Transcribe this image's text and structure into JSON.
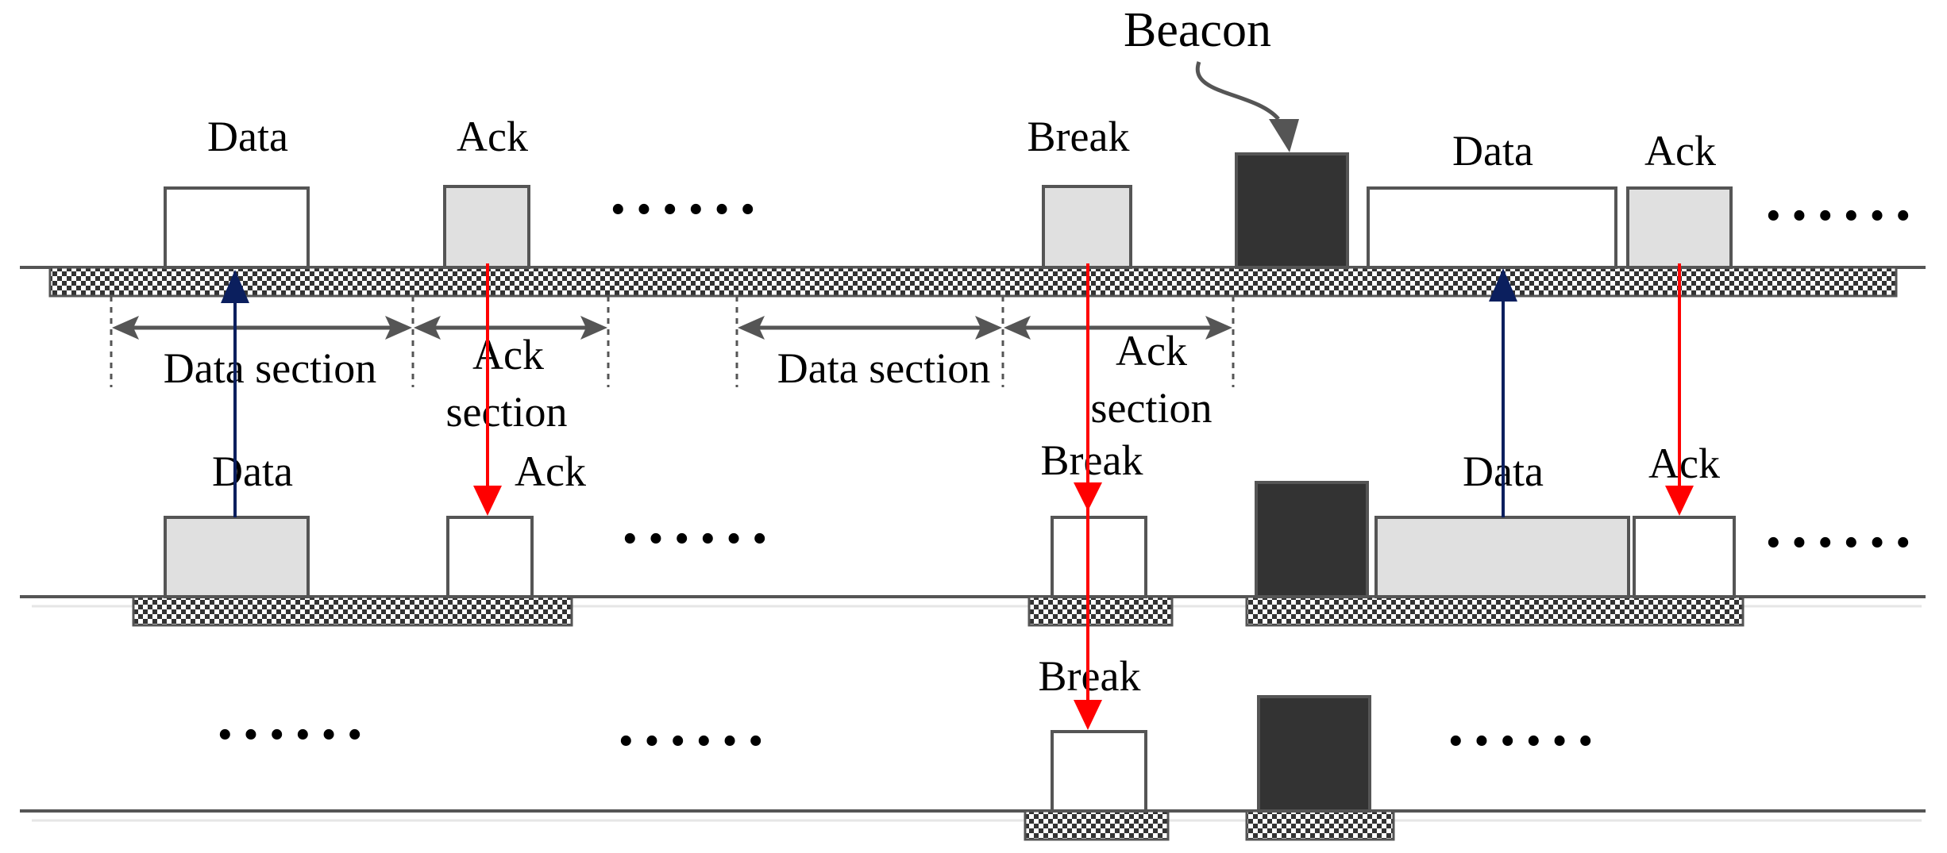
{
  "labels": {
    "beacon": "Beacon",
    "data": "Data",
    "ack": "Ack",
    "break_label": "Break",
    "data_section": "Data section",
    "ack_line1": "Ack",
    "ack_line2": "section",
    "ellipsis": "······"
  },
  "colors": {
    "beacon_fill": "#333333",
    "light_fill": "#e0e0e0",
    "outline": "#555555",
    "up_arrow": "#0b1f5e",
    "down_arrow": "#ff0000",
    "section_arrow": "#555555"
  }
}
